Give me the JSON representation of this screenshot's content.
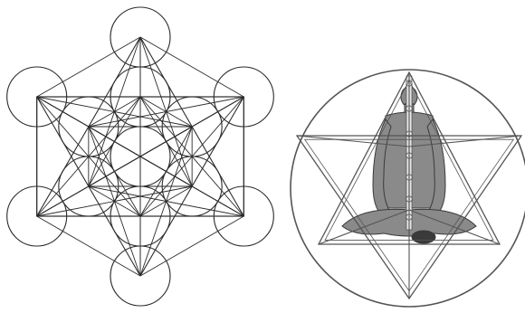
{
  "figures": [
    {
      "id": "metatrons-cube",
      "circle_count": 13,
      "stroke_color": "#2b2b2b"
    },
    {
      "id": "merkaba-meditation",
      "stroke_color": "#555555",
      "figure_fill": "#8a8a8a",
      "figure_dark": "#3a3a3a",
      "chakra_color": "#e6e6e6"
    }
  ],
  "background": "#ffffff"
}
